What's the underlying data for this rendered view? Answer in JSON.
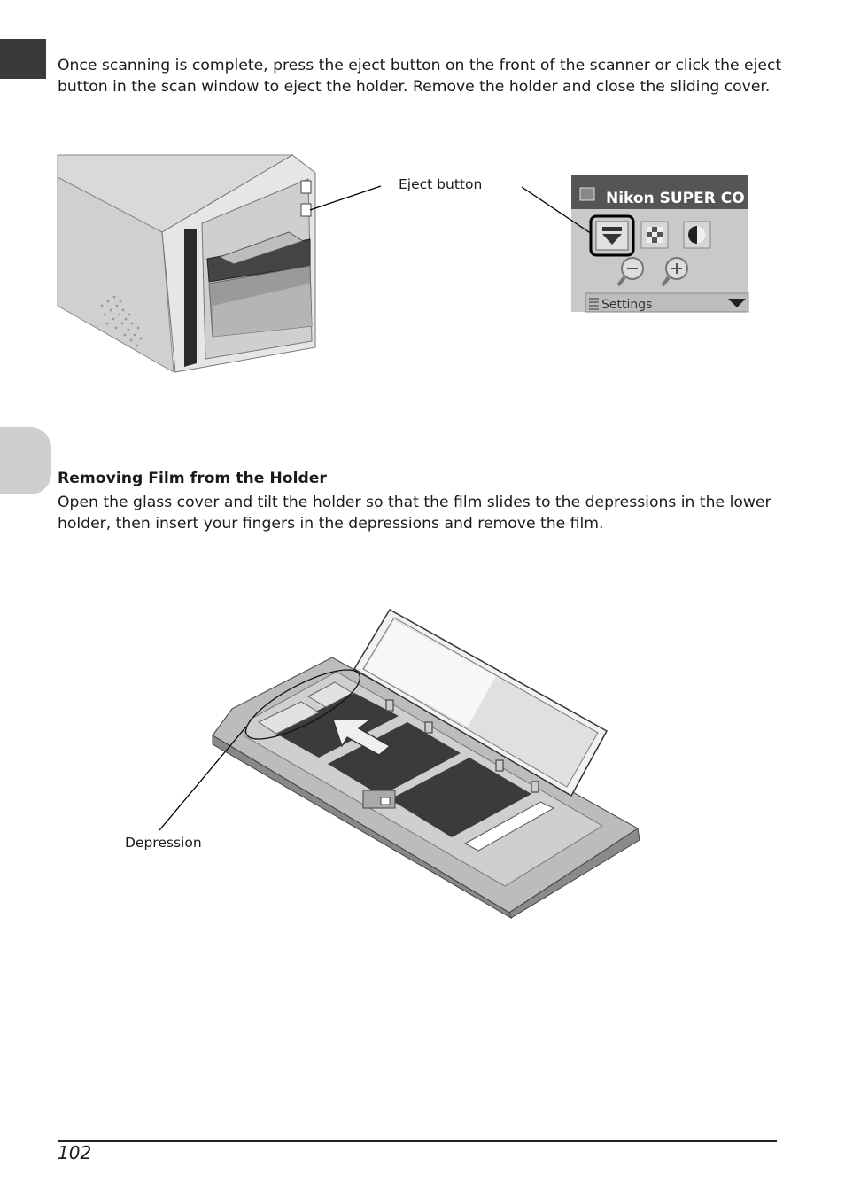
{
  "instructions": "Once scanning is complete, press the eject button on the front of the scanner or click the eject button in the scan window to eject the holder.  Remove the holder and close the sliding cover.",
  "labels": {
    "eject_button": "Eject button",
    "depression": "Depression"
  },
  "scan_window": {
    "title": "Nikon SUPER CO",
    "settings": "Settings"
  },
  "section": {
    "heading": "Removing Film from the Holder",
    "body": "Open the glass cover and tilt the holder so that the film slides to the depressions in the lower holder, then insert your fingers in the depressions and remove the film."
  },
  "page_number": "102"
}
